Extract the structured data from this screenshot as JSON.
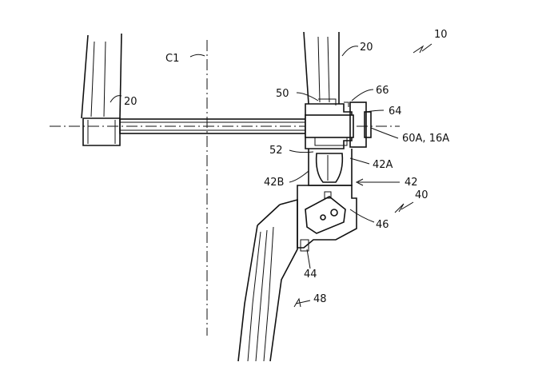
{
  "labels": {
    "assembly": "10",
    "axis": "C1",
    "frame_left": "20",
    "frame_right": "20",
    "part_50": "50",
    "part_66": "66",
    "part_64": "64",
    "part_60a": "60A, 16A",
    "part_52": "52",
    "part_42a": "42A",
    "part_42b": "42B",
    "part_42": "42",
    "part_40": "40",
    "part_46": "46",
    "part_44": "44",
    "part_48": "48"
  }
}
